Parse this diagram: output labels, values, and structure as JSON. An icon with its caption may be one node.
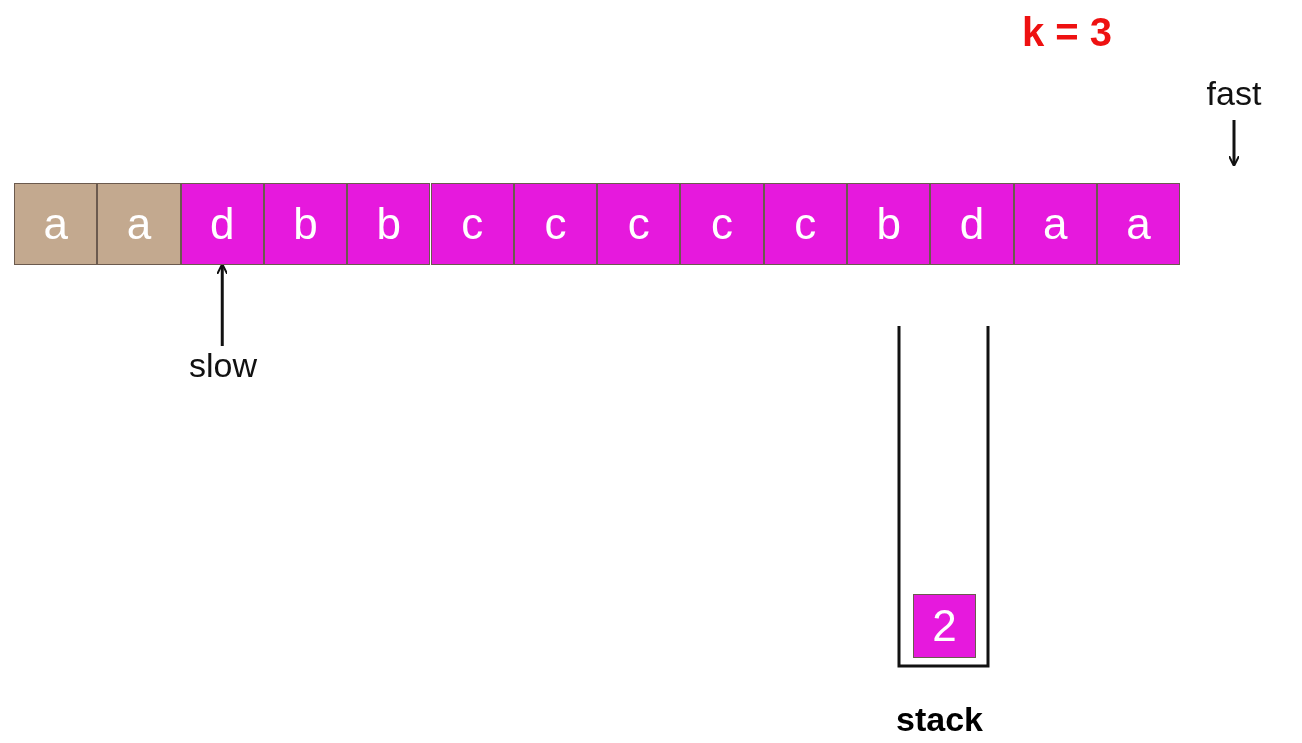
{
  "diagram": {
    "nodes": [
      {
        "text": [
          "fast"
        ]
      },
      {
        "text": [
          "a"
        ]
      },
      {
        "text": [
          "a"
        ]
      },
      {
        "text": [
          "d"
        ]
      },
      {
        "text": [
          "b"
        ]
      },
      {
        "text": [
          "b"
        ]
      },
      {
        "text": [
          "c"
        ]
      },
      {
        "text": [
          "c"
        ]
      },
      {
        "text": [
          "c"
        ]
      },
      {
        "text": [
          "c"
        ]
      },
      {
        "text": [
          "c"
        ]
      },
      {
        "text": [
          "b"
        ]
      },
      {
        "text": [
          "d"
        ]
      },
      {
        "text": [
          "a"
        ]
      },
      {
        "text": [
          "a"
        ]
      },
      {
        "text": [
          "slow"
        ]
      },
      {
        "text": [
          "stack"
        ]
      },
      {
        "text": [
          "2"
        ],
        "in": 16
      }
    ],
    "edges": [
      {
        "from": 0,
        "to": null,
        "arrow": "to"
      },
      {
        "from": 15,
        "to": 3,
        "arrow": "to"
      }
    ],
    "labels": [
      "k = 3"
    ]
  }
}
